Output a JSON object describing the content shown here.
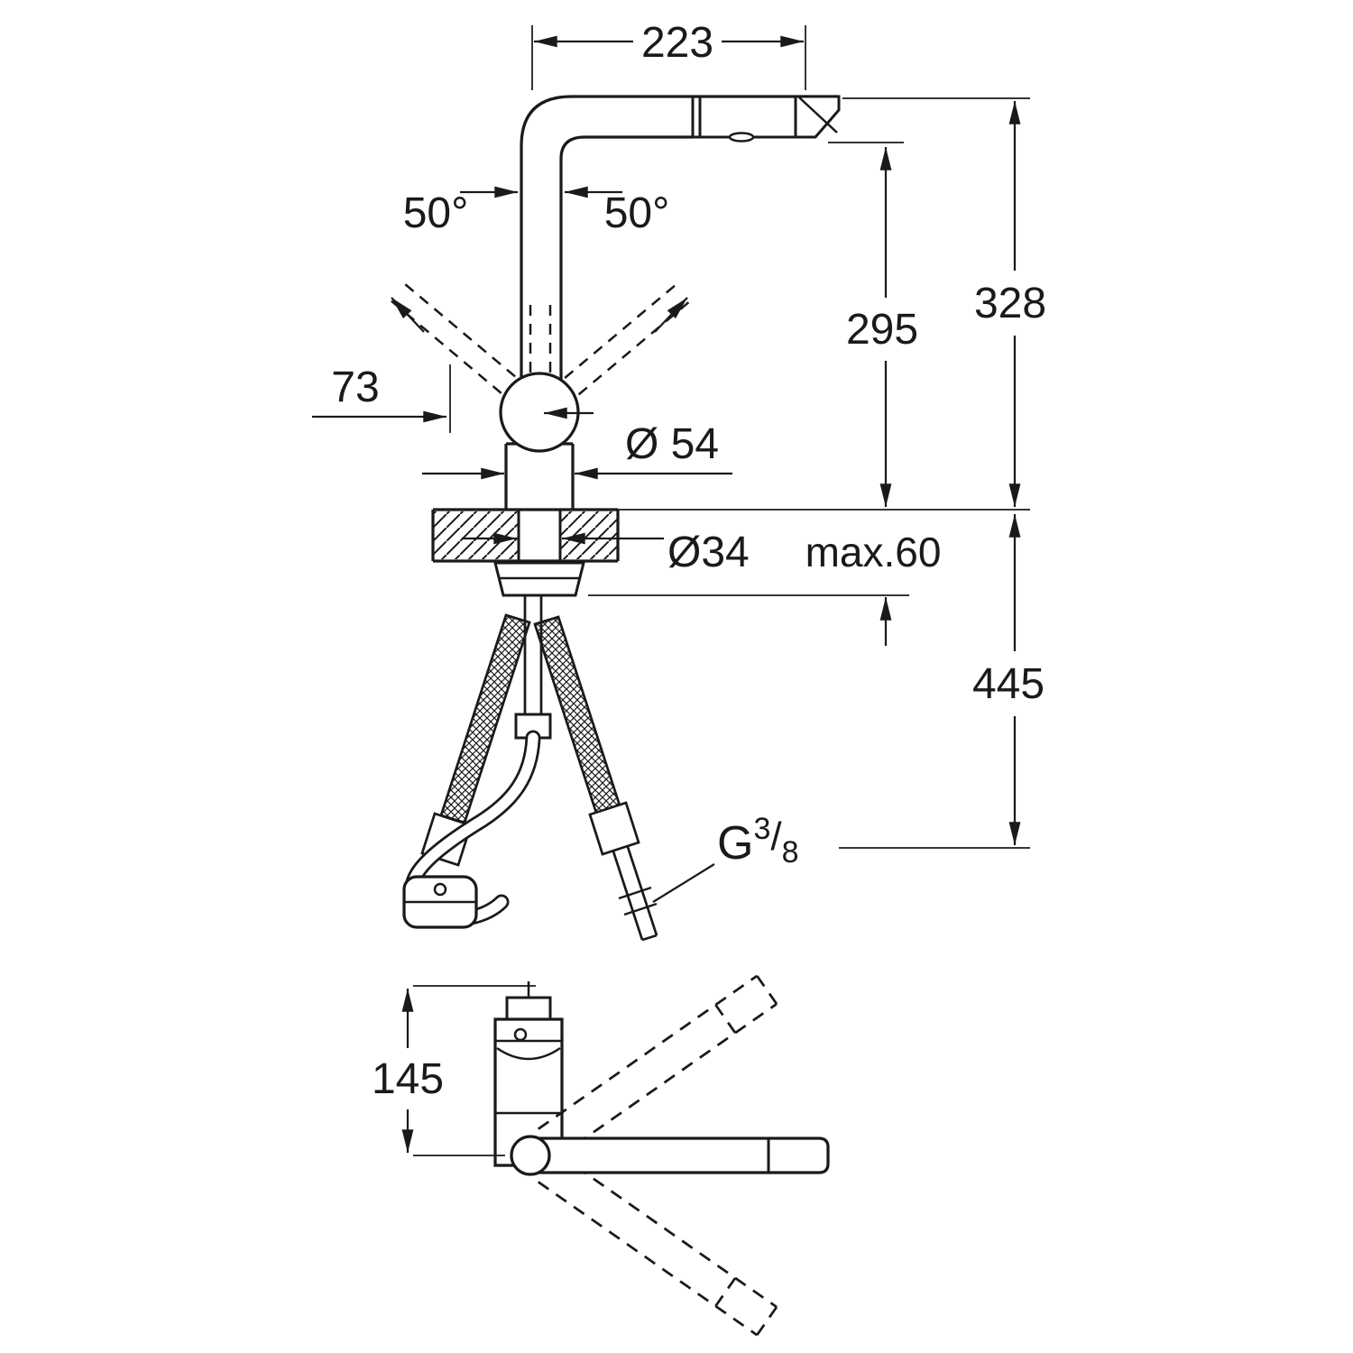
{
  "drawing": {
    "type": "technical-dimension-drawing",
    "subject": "kitchen-faucet-pull-out-spray",
    "colors": {
      "line": "#1a1a1a",
      "background": "#ffffff"
    },
    "labels": {
      "dim_top_width": "223",
      "angle_left": "50°",
      "angle_right": "50°",
      "dim_spout_height": "295",
      "dim_total_height": "328",
      "dim_handle_offset": "73",
      "dim_base_diameter": "Ø 54",
      "dim_hole_diameter": "Ø34",
      "dim_deck_max": "max.60",
      "dim_below_deck": "445",
      "thread_prefix": "G",
      "thread_numerator": "3",
      "thread_slash": "/",
      "thread_denominator": "8",
      "dim_body_height": "145"
    }
  }
}
